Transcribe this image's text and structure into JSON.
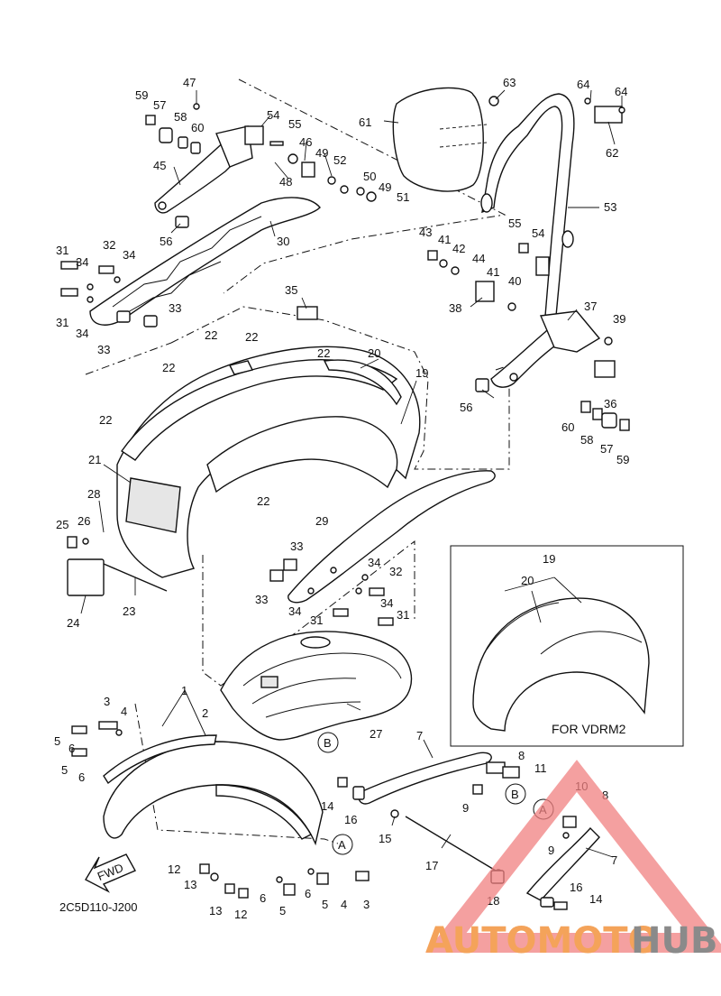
{
  "diagram_code": "2C5D110-J200",
  "inset_title": "FOR VDRM2",
  "fwd_label": "FWD",
  "ref_letters": [
    "A",
    "B"
  ],
  "watermark": {
    "part1": "AUTOMOTO",
    "part2": "HUB",
    "color1": "#f4a35a",
    "color2": "#8a8a8a",
    "triangle_color": "#f08080"
  },
  "callouts": [
    "1",
    "2",
    "3",
    "4",
    "5",
    "6",
    "7",
    "8",
    "9",
    "10",
    "11",
    "12",
    "13",
    "14",
    "15",
    "16",
    "17",
    "18",
    "19",
    "20",
    "21",
    "22",
    "23",
    "24",
    "25",
    "26",
    "27",
    "28",
    "29",
    "30",
    "31",
    "32",
    "33",
    "34",
    "35",
    "36",
    "37",
    "38",
    "39",
    "40",
    "41",
    "42",
    "43",
    "44",
    "45",
    "46",
    "47",
    "48",
    "49",
    "50",
    "51",
    "52",
    "53",
    "54",
    "55",
    "56",
    "57",
    "58",
    "59",
    "60",
    "61",
    "62",
    "63",
    "64"
  ]
}
